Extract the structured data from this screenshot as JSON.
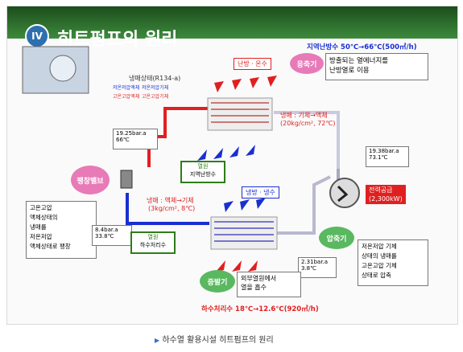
{
  "header": {
    "badge": "IV",
    "title": "히트펌프의 원리"
  },
  "top_note": "지역난방수 50℃→66℃(500㎥/h)",
  "refrigerant_state": "냉매상태(R134-a)",
  "legend": [
    "저온저압액체",
    "저온저압기체",
    "고온고압액체",
    "고온고압기체"
  ],
  "labels": {
    "heating_cooling": "난방ㆍ온수",
    "condenser": "응축기",
    "condenser_desc_1": "방출되는 열에너지를",
    "condenser_desc_2": "난방열로 이용",
    "cond_change": "냉매 : 기체→액체",
    "cond_cond": "(20kg/cm², 72℃)",
    "hx1_top": "열원",
    "hx1_bottom": "지역난방수",
    "left_p_1": "19.25bar.a",
    "left_p_2": "66℃",
    "right_p_1": "19.38bar.a",
    "right_p_2": "73.1℃",
    "expansion": "팽창밸브",
    "exp_desc": [
      "고온고압",
      "액체상태의",
      "냉매를",
      "저온저압",
      "액체상태로 팽창"
    ],
    "exp_p_1": "8.4bar.a",
    "exp_p_2": "33.8℃",
    "evap_change": "냉매 : 액체→기체",
    "evap_cond": "(3kg/cm², 8℃)",
    "cooling": "냉방ㆍ냉수",
    "power": "전력공급",
    "power_val": "(2,300kW)",
    "hx2_top": "열원",
    "hx2_bottom": "하수처리수",
    "comp": "압축기",
    "comp_desc": [
      "저온저압 기체",
      "상태의 냉매를",
      "고온고압 기체",
      "상태로 압축"
    ],
    "comp_p_1": "2.31bar.a",
    "comp_p_2": "3.8℃",
    "evap": "증발기",
    "evap_desc_1": "외부열원에서",
    "evap_desc_2": "열을 흡수",
    "bottom_note": "하수처리수 18℃→12.6℃(920㎥/h)"
  },
  "caption": "하수열 활용시설 히트펌프의 원리",
  "colors": {
    "hot": "#e02020",
    "cold": "#1a2fd0",
    "accent": "#2e7d1a"
  }
}
